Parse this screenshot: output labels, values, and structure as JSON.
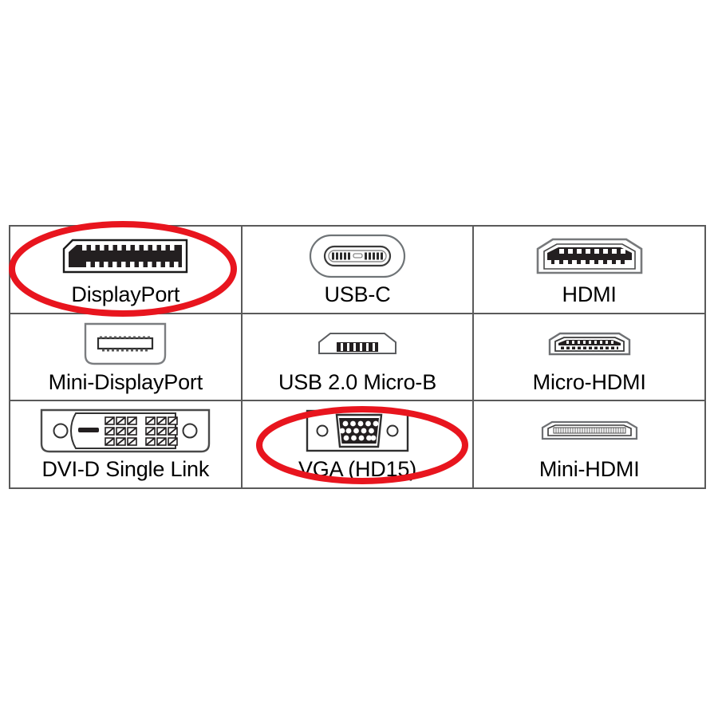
{
  "diagram": {
    "title_present": false,
    "grid": {
      "rows": 3,
      "columns": 3
    },
    "highlight_color": "#E8151E",
    "line_color": "#5A5A5A",
    "text_color": "#000000",
    "background": "#FFFFFF"
  },
  "cells": [
    {
      "id": "displayport",
      "label": "DisplayPort",
      "icon": "displayport-connector-icon",
      "highlighted": true,
      "row": 1,
      "column": 1
    },
    {
      "id": "usb-c",
      "label": "USB-C",
      "icon": "usb-c-connector-icon",
      "highlighted": false,
      "row": 1,
      "column": 2
    },
    {
      "id": "hdmi",
      "label": "HDMI",
      "icon": "hdmi-connector-icon",
      "highlighted": false,
      "row": 1,
      "column": 3
    },
    {
      "id": "mini-displayport",
      "label": "Mini-DisplayPort",
      "icon": "mini-displayport-connector-icon",
      "highlighted": false,
      "row": 2,
      "column": 1
    },
    {
      "id": "usb-2-micro-b",
      "label": "USB 2.0 Micro-B",
      "icon": "usb-micro-b-connector-icon",
      "highlighted": false,
      "row": 2,
      "column": 2
    },
    {
      "id": "micro-hdmi",
      "label": "Micro-HDMI",
      "icon": "micro-hdmi-connector-icon",
      "highlighted": false,
      "row": 2,
      "column": 3
    },
    {
      "id": "dvi-d-single-link",
      "label": "DVI-D Single Link",
      "icon": "dvi-d-connector-icon",
      "highlighted": false,
      "row": 3,
      "column": 1
    },
    {
      "id": "vga-hd15",
      "label": "VGA (HD15)",
      "icon": "vga-connector-icon",
      "highlighted": true,
      "row": 3,
      "column": 2
    },
    {
      "id": "mini-hdmi",
      "label": "Mini-HDMI",
      "icon": "mini-hdmi-connector-icon",
      "highlighted": false,
      "row": 3,
      "column": 3
    }
  ],
  "annotations": [
    {
      "id": "displayport-highlight",
      "target": "DisplayPort",
      "shape": "ellipse",
      "color": "#E8151E"
    },
    {
      "id": "vga-highlight",
      "target": "VGA (HD15)",
      "shape": "ellipse",
      "color": "#E8151E"
    }
  ]
}
